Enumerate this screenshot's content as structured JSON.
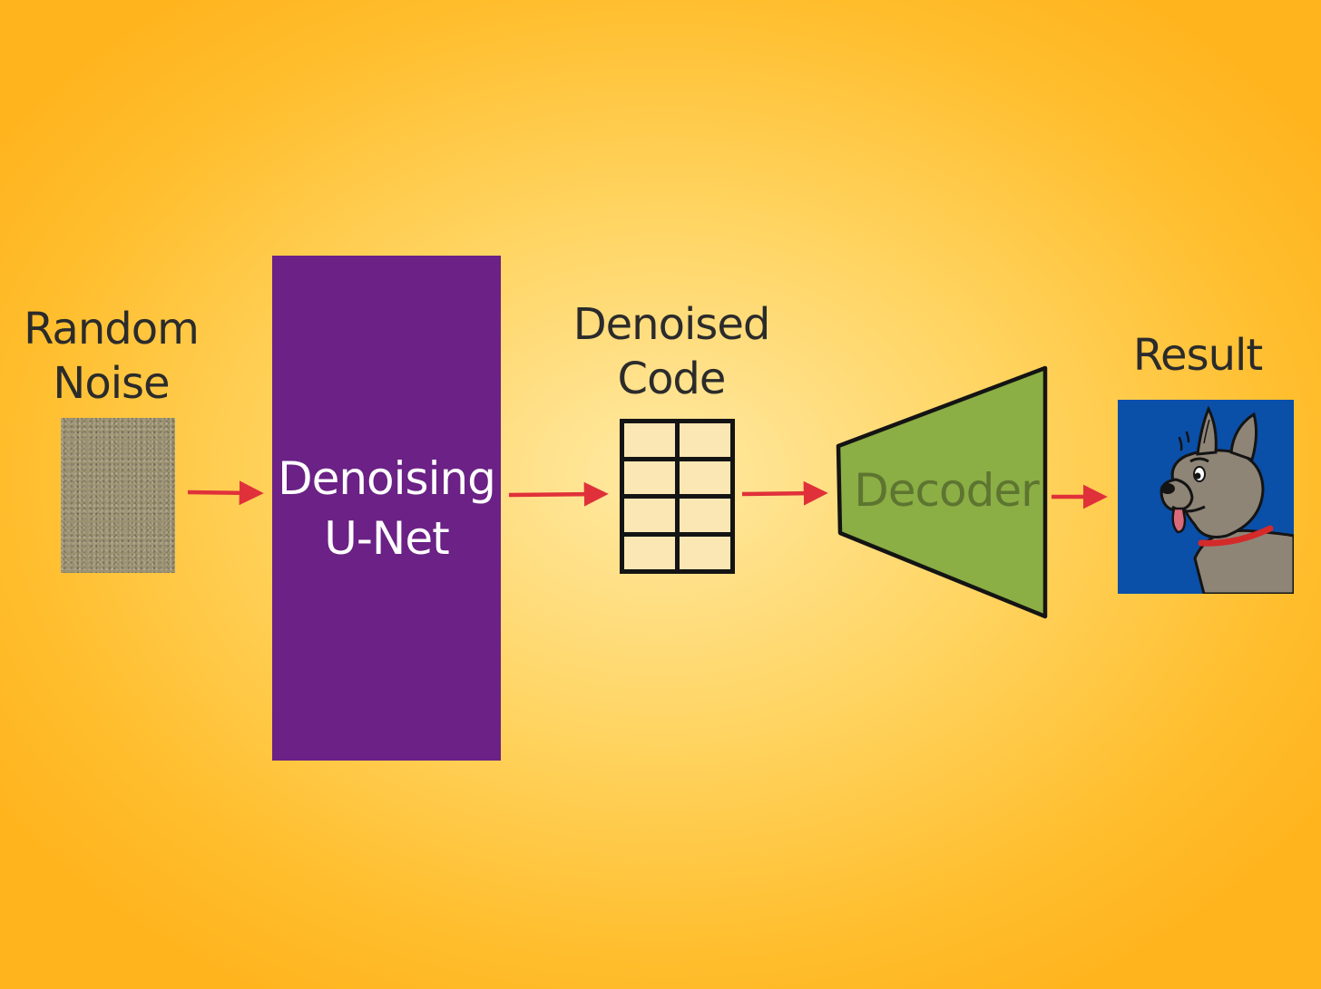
{
  "labels": {
    "random_noise": [
      "Random",
      "Noise"
    ],
    "unet": [
      "Denoising",
      "U-Net"
    ],
    "denoised_code": [
      "Denoised",
      "Code"
    ],
    "decoder": "Decoder",
    "result": "Result"
  },
  "colors": {
    "background": "#FFC12E",
    "unet": "#6B2185",
    "arrow": "#E0313A",
    "decoder": "#8BAE45",
    "code_cell": "#FBE7B4",
    "result_background": "#0A4FA8"
  },
  "code_grid": {
    "rows": 4,
    "cols": 2
  }
}
